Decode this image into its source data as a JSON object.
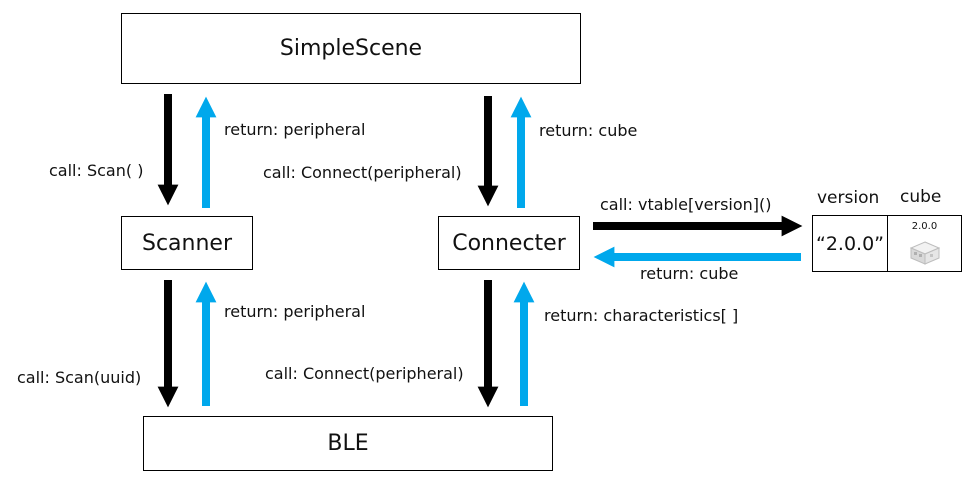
{
  "colors": {
    "call_arrow": "#000000",
    "return_arrow": "#00A8EC"
  },
  "boxes": {
    "simplescene": "SimpleScene",
    "scanner": "Scanner",
    "connecter": "Connecter",
    "ble": "BLE"
  },
  "labels": {
    "scene_to_scanner_call": "call: Scan( )",
    "scanner_to_scene_return": "return: peripheral",
    "scene_to_connecter_call": "call: Connect(peripheral)",
    "connecter_to_scene_return": "return: cube",
    "scanner_to_ble_call": "call: Scan(uuid)",
    "ble_to_scanner_return": "return: peripheral",
    "connecter_to_ble_call": "call: Connect(peripheral)",
    "ble_to_connecter_return": "return: characteristics[ ]",
    "connecter_to_vtable_call": "call: vtable[version]()",
    "vtable_to_connecter_return": "return: cube"
  },
  "vtable": {
    "header_version": "version",
    "header_cube": "cube",
    "version_value": "“2.0.0”",
    "cube_version_text": "2.0.0",
    "cube_icon": "cube-icon"
  }
}
